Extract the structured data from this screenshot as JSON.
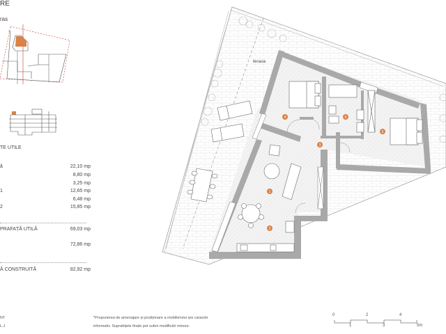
{
  "header": {
    "title_partial": "RE",
    "floor_label_partial": "ras"
  },
  "key_plan": {
    "highlight_color": "#d9824a",
    "line_color": "#555555",
    "boundary_color": "#c0392b"
  },
  "areas": {
    "section_title": "TE UTILE",
    "rooms": [
      {
        "number": "1",
        "label": "ă",
        "value": "22,10 mp"
      },
      {
        "number": "2",
        "label": "",
        "value": "8,80 mp"
      },
      {
        "number": "3",
        "label": "",
        "value": "3,25 mp"
      },
      {
        "number": "4",
        "label": "1",
        "value": "12,65 mp"
      },
      {
        "number": "5",
        "label": "",
        "value": "6,48 mp"
      },
      {
        "number": "6",
        "label": "2",
        "value": "15,85 mp"
      }
    ],
    "total_useful": {
      "label": "PRAFAȚĂ UTILĂ",
      "value": "69,03 mp"
    },
    "secondary": {
      "label": "",
      "value": "72,86 mp"
    },
    "total_built": {
      "label": "Ă CONSTRUITĂ",
      "value": "82,92 mp"
    }
  },
  "footer": {
    "left_line1": "NT",
    "left_line2": "L.J",
    "note_line1": "*Propunerea de amenajare și poziționare a mobilierului are caracter",
    "note_line2": "informativ. Suprafețele finale pot suferi modificări minore."
  },
  "scale_bar": {
    "top_labels": [
      "0",
      "2",
      "4"
    ],
    "bottom_labels": [
      "1",
      "3",
      "5m"
    ]
  },
  "plan": {
    "terrace_label": "terasa",
    "marker_color": "#d9824a",
    "wall_color": "#a9a9a9",
    "room_markers": [
      "1",
      "2",
      "3",
      "4",
      "5",
      "6"
    ]
  }
}
